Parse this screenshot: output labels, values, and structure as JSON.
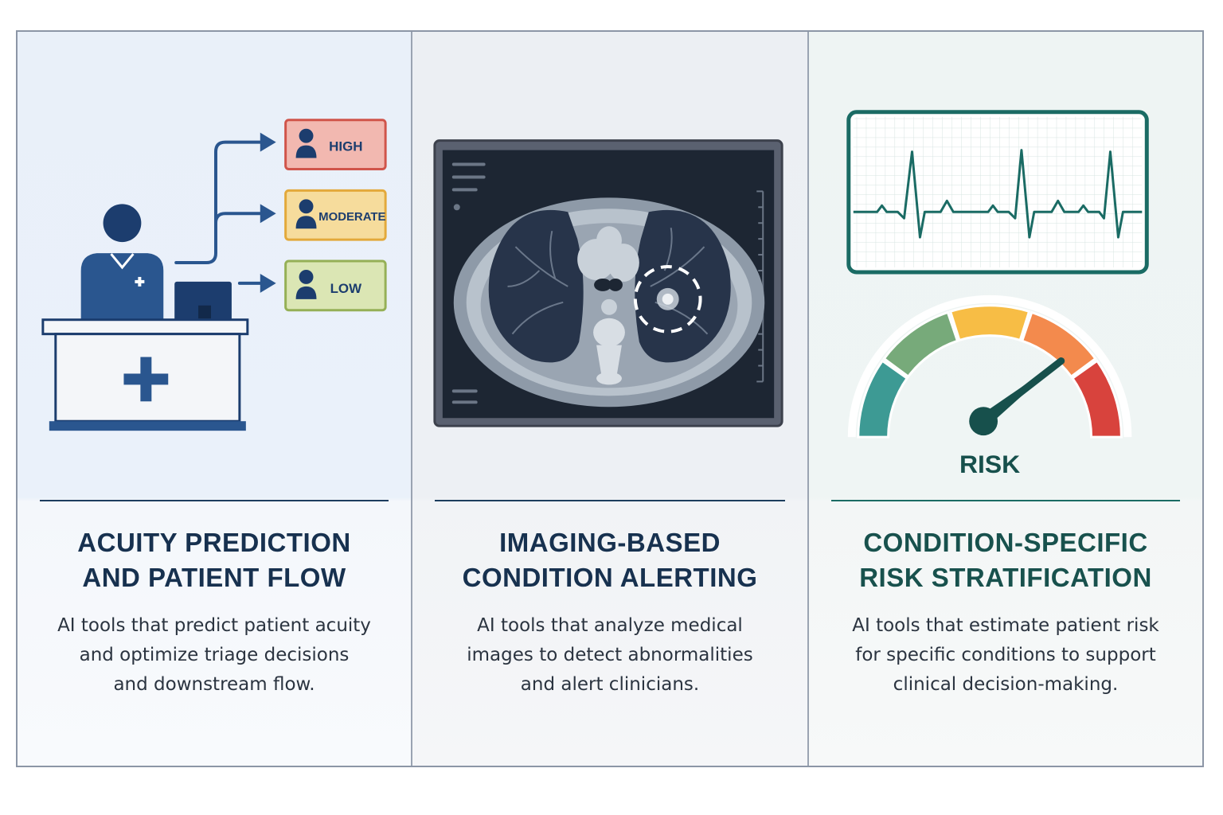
{
  "panels": [
    {
      "title_lines": [
        "ACUITY PREDICTION",
        "AND PATIENT FLOW"
      ],
      "desc_lines": [
        "AI tools that predict patient acuity",
        "and optimize triage decisions",
        "and downstream flow."
      ],
      "triage_levels": [
        {
          "label": "HIGH",
          "fill": "#f2b8b0",
          "stroke": "#d0544a"
        },
        {
          "label": "MODERATE",
          "fill": "#f6dc9c",
          "stroke": "#e3a93b"
        },
        {
          "label": "LOW",
          "fill": "#dbe6b4",
          "stroke": "#95b056"
        }
      ]
    },
    {
      "title_lines": [
        "IMAGING-BASED",
        "CONDITION ALERTING"
      ],
      "desc_lines": [
        "AI tools that analyze medical",
        "images to detect abnormalities",
        "and alert clinicians."
      ]
    },
    {
      "title_lines": [
        "CONDITION-SPECIFIC",
        "RISK STRATIFICATION"
      ],
      "desc_lines": [
        "AI tools that estimate patient risk",
        "for specific conditions to support",
        "clinical decision-making."
      ],
      "gauge_label": "RISK",
      "gauge_colors": [
        "#3d9a94",
        "#77aa7a",
        "#f7bd45",
        "#f38a4d",
        "#d8433d"
      ]
    }
  ],
  "colors": {
    "navy": "#1c3d6e",
    "teal": "#1a6b64"
  }
}
